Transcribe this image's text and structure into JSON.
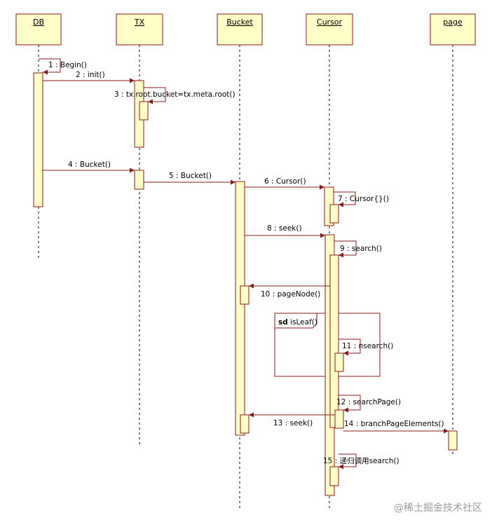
{
  "lifelines": [
    "DB",
    "TX",
    "Bucket",
    "Cursor",
    "page"
  ],
  "messages": [
    "1 : Begin()",
    "2 : init()",
    "3 : tx.root.bucket=tx.meta.root()",
    "4 : Bucket()",
    "5 : Bucket()",
    "6 : Cursor()",
    "7 : Cursor{}()",
    "8 : seek()",
    "9 : search()",
    "10 : pageNode()",
    "11 : nsearch()",
    "12 : searchPage()",
    "13 : seek()",
    "14 : branchPageElements()",
    "15 : 递归调用search()"
  ],
  "fragment": {
    "keyword": "sd",
    "name": "isLeaf()"
  },
  "watermark": "@稀土掘金技术社区",
  "colors": {
    "activation": "#ffffc8",
    "head": "#ffffc8",
    "arrow": "#8b1a1a",
    "border": "#8b1a1a"
  }
}
